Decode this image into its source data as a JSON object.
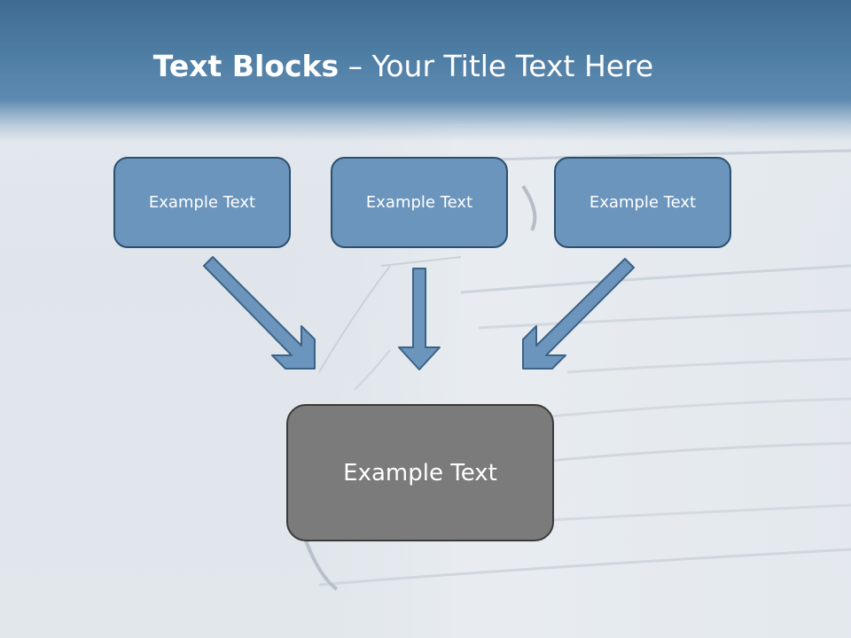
{
  "slide": {
    "title_bold": "Text Blocks",
    "title_separator": " – ",
    "title_rest": "Your Title Text Here",
    "top_boxes": [
      {
        "label": "Example Text"
      },
      {
        "label": "Example Text"
      },
      {
        "label": "Example Text"
      }
    ],
    "bottom_box": {
      "label": "Example Text"
    }
  },
  "colors": {
    "header": "#4d7ca3",
    "small_box_fill": "#6b95bc",
    "small_box_border": "#2d4f6e",
    "big_box_fill": "#7b7b7b",
    "arrow_fill": "#6b95bc"
  }
}
